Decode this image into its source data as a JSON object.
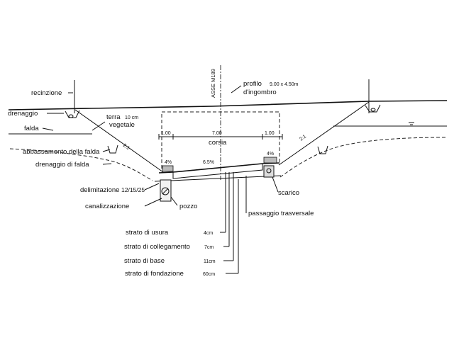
{
  "labels": {
    "recinzione": "recinzione",
    "drenaggio": "drenaggio",
    "falda": "falda",
    "terra": "terra",
    "terra_size": "10 cm",
    "vegetale": "vegetale",
    "abbassamento": "abbassamento della falda",
    "drenaggio_falda": "drenaggio di falda",
    "delimitazione": "delimitazione",
    "delimitazione_code": "12/15/25",
    "canalizzazione": "canalizzazione",
    "pozzo": "pozzo",
    "profilo": "profilo",
    "profilo_size": "9.00 x 4.50m",
    "ingombro": "d'ingombro",
    "asse": "ASSE M189",
    "corsia": "corsia",
    "scarico": "scarico",
    "passaggio": "passaggio trasversale",
    "slope_left": "2:1",
    "slope_right": "2:1"
  },
  "dimensions": {
    "left_shoulder": "1.00",
    "lane": "7.00",
    "right_shoulder": "1.00",
    "crossfall": "6.5%",
    "left_pct": "4%",
    "right_pct": "4%"
  },
  "layers": [
    {
      "name": "strato di usura",
      "thickness": "4cm"
    },
    {
      "name": "strato di collegamento",
      "thickness": "7cm"
    },
    {
      "name": "strato di base",
      "thickness": "11cm"
    },
    {
      "name": "strato di fondazione",
      "thickness": "60cm"
    }
  ]
}
